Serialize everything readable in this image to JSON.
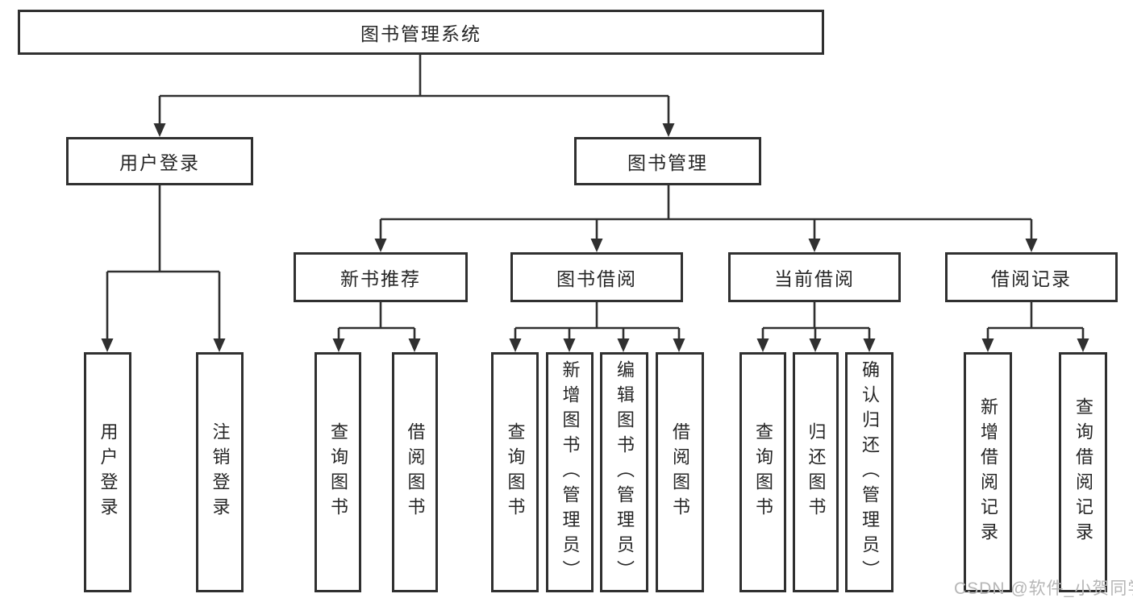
{
  "diagram": {
    "root": {
      "label": "图书管理系统"
    },
    "level2": {
      "user_login_branch": {
        "label": "用户登录"
      },
      "book_management": {
        "label": "图书管理"
      }
    },
    "level3": {
      "new_book_recommend": {
        "label": "新书推荐"
      },
      "book_borrowing": {
        "label": "图书借阅"
      },
      "current_borrowing": {
        "label": "当前借阅"
      },
      "borrowing_records": {
        "label": "借阅记录"
      }
    },
    "leaves": {
      "user_login": {
        "label": "用户登录"
      },
      "logout": {
        "label": "注销登录"
      },
      "query_books_1": {
        "label": "查询图书"
      },
      "borrow_books_1": {
        "label": "借阅图书"
      },
      "query_books_2": {
        "label": "查询图书"
      },
      "add_books_admin": {
        "label": "新增图书（管理员）"
      },
      "edit_books_admin": {
        "label": "编辑图书（管理员）"
      },
      "borrow_books_2": {
        "label": "借阅图书"
      },
      "query_books_3": {
        "label": "查询图书"
      },
      "return_books": {
        "label": "归还图书"
      },
      "confirm_return_admin": {
        "label": "确认归还（管理员）"
      },
      "add_borrow_record": {
        "label": "新增借阅记录"
      },
      "query_borrow_record": {
        "label": "查询借阅记录"
      }
    }
  },
  "watermark": {
    "text": "CSDN @软件_小贺同学"
  },
  "colors": {
    "stroke": "#303030",
    "text": "#262626",
    "background": "#ffffff",
    "watermark": "#b6b6b6"
  }
}
